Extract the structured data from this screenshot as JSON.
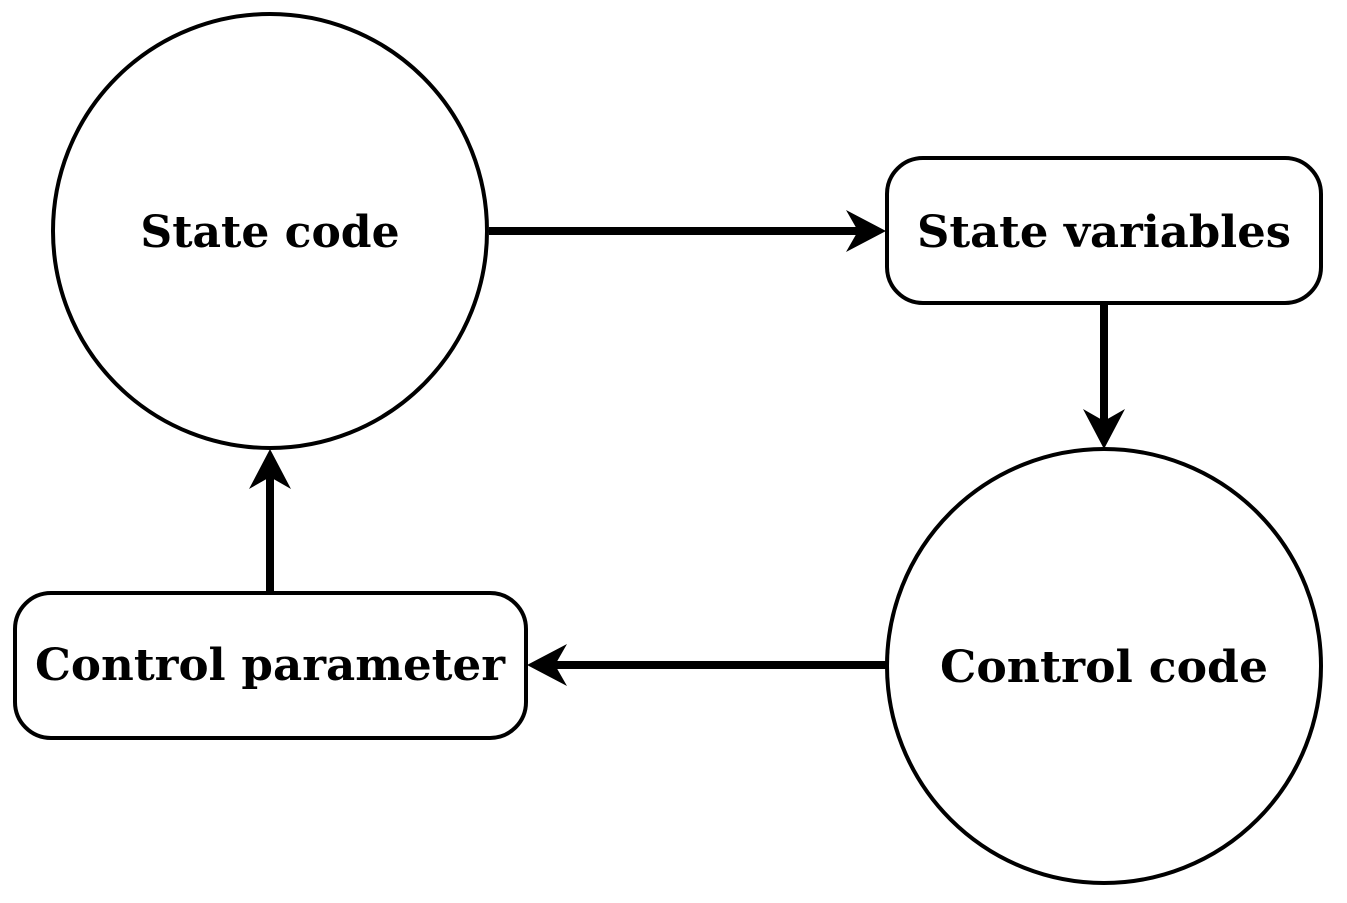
{
  "diagram": {
    "nodes": {
      "state_code": {
        "label": "State code",
        "shape": "circle"
      },
      "state_variables": {
        "label": "State variables",
        "shape": "rounded-rect"
      },
      "control_code": {
        "label": "Control code",
        "shape": "circle"
      },
      "control_parameter": {
        "label": "Control parameter",
        "shape": "rounded-rect"
      }
    },
    "edges": [
      {
        "from": "State code",
        "to": "State variables"
      },
      {
        "from": "State variables",
        "to": "Control code"
      },
      {
        "from": "Control code",
        "to": "Control parameter"
      },
      {
        "from": "Control parameter",
        "to": "State code"
      }
    ],
    "colors": {
      "stroke": "#000000",
      "background": "#ffffff"
    }
  }
}
